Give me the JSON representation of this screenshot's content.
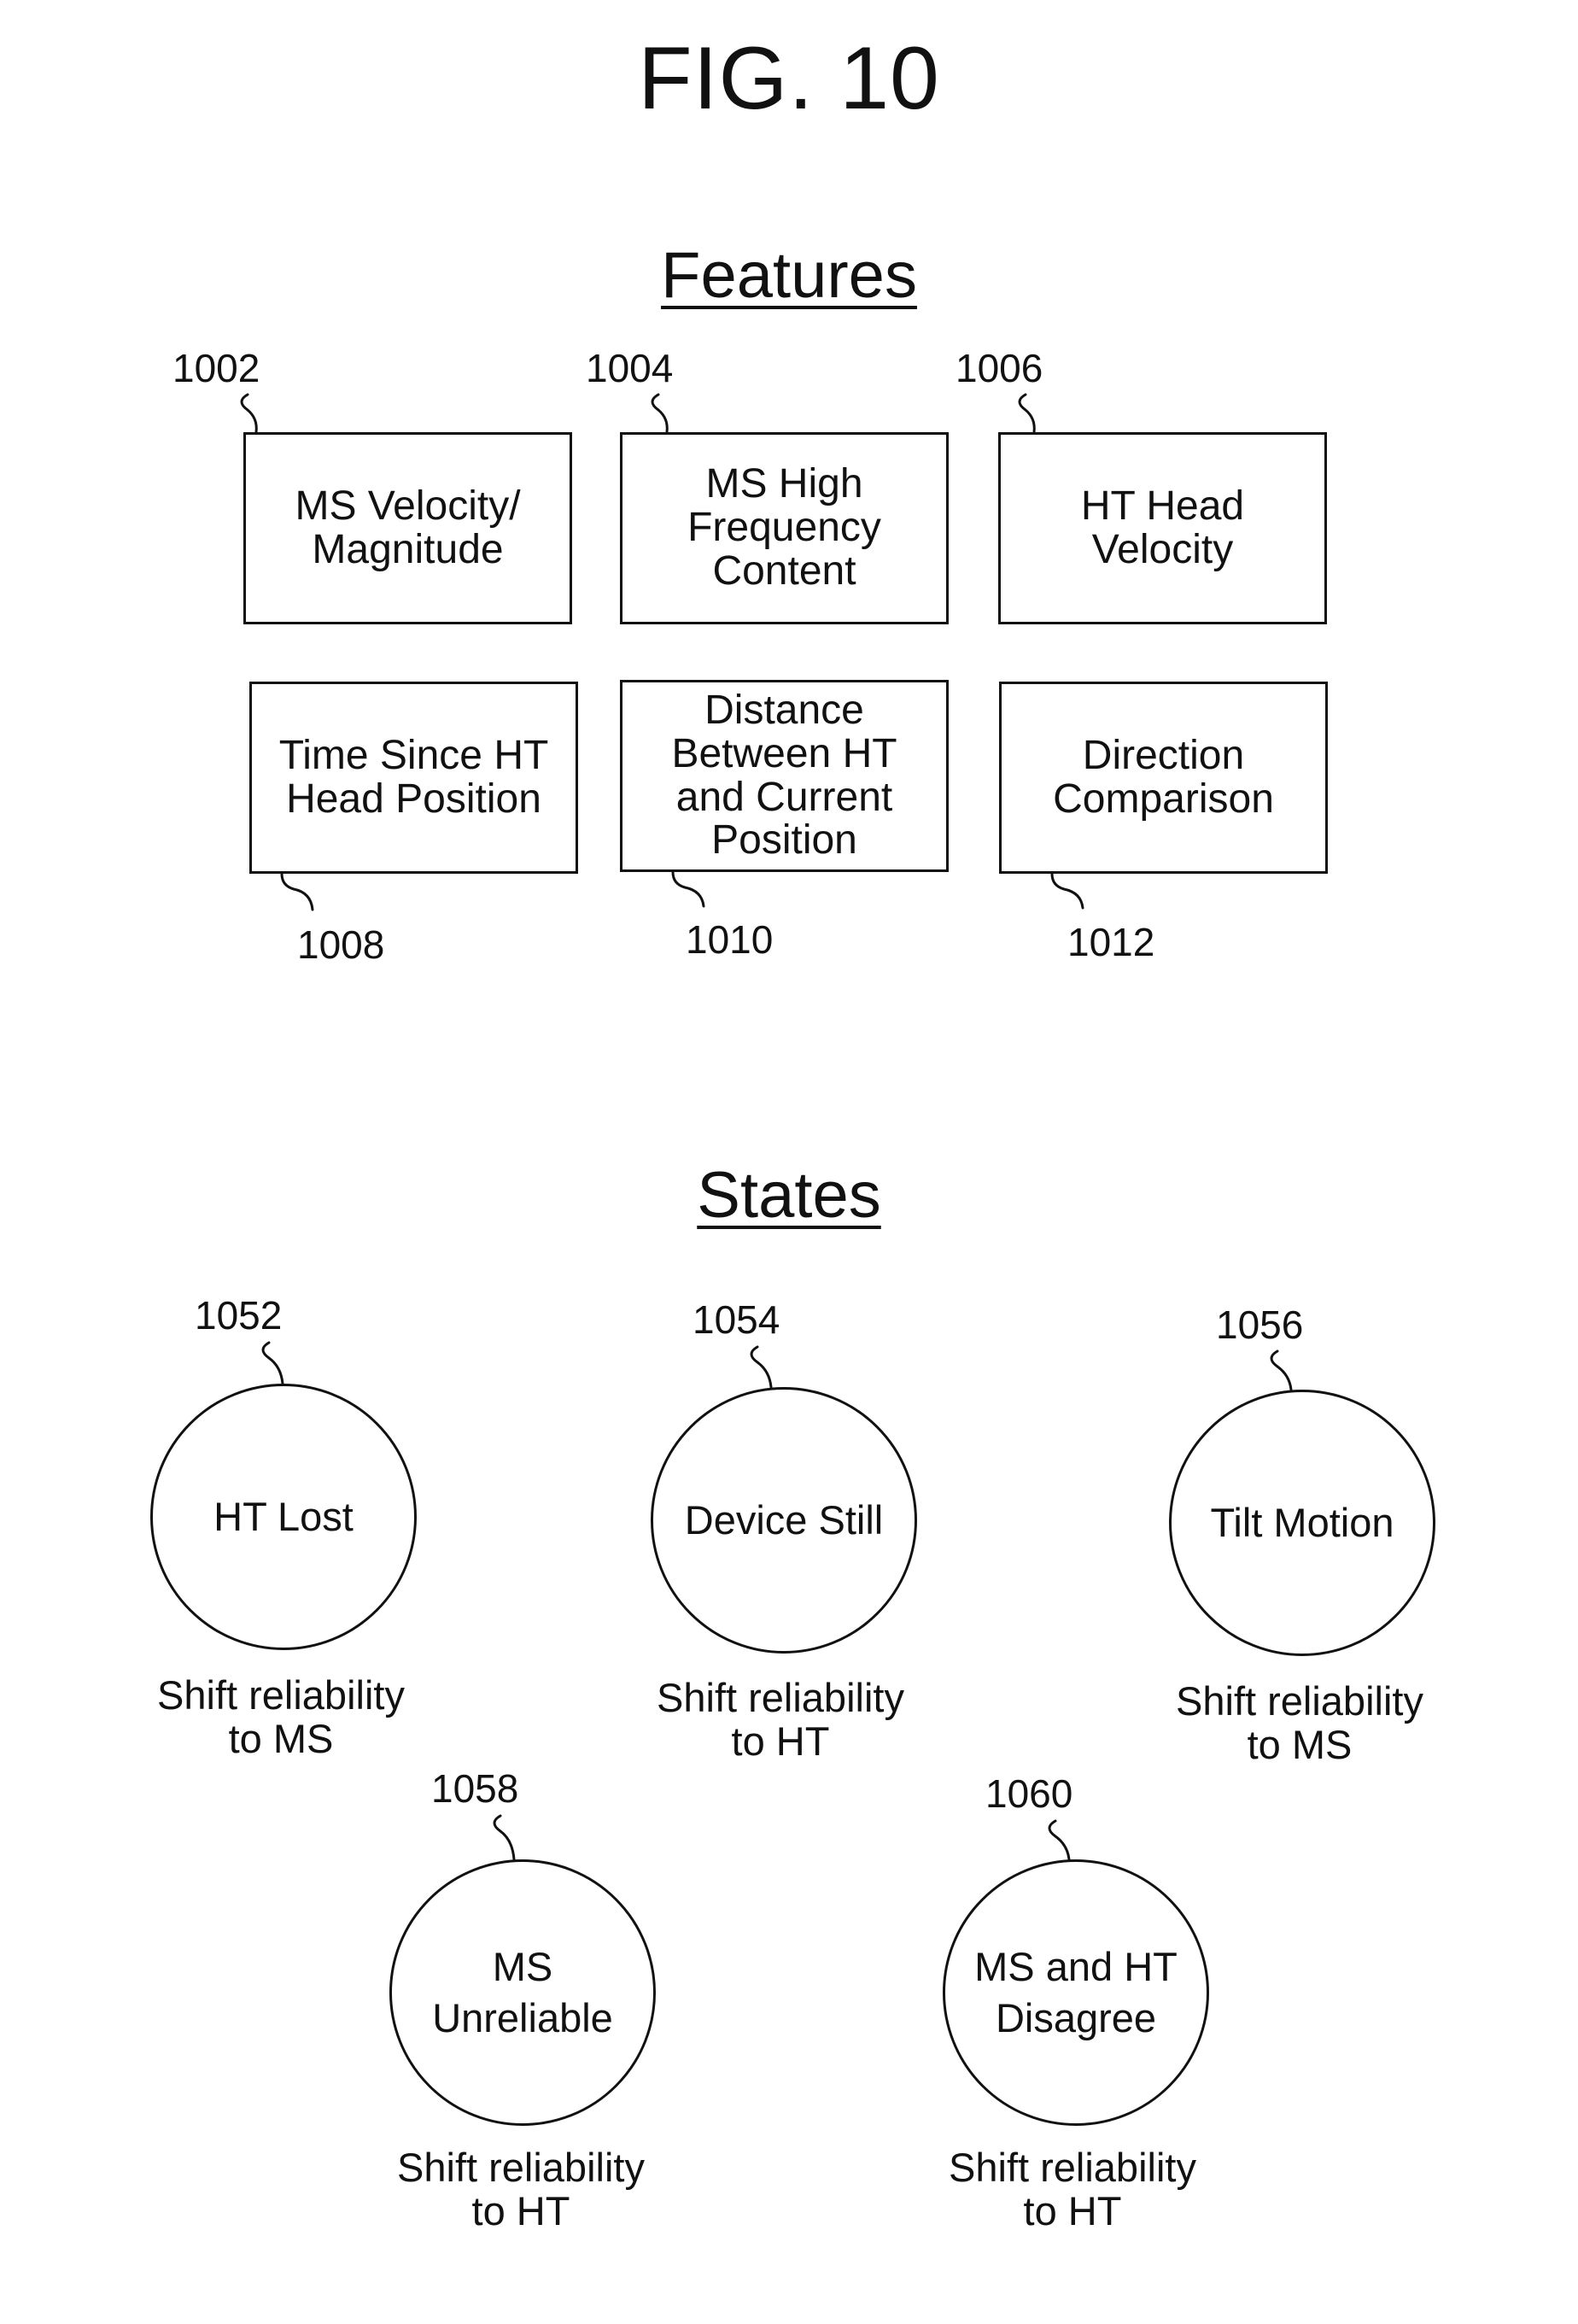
{
  "figure": {
    "title": "FIG. 10"
  },
  "features": {
    "heading": "Features",
    "items": [
      {
        "ref": "1002",
        "label": "MS Velocity/\nMagnitude"
      },
      {
        "ref": "1004",
        "label": "MS High\nFrequency\nContent"
      },
      {
        "ref": "1006",
        "label": "HT Head\nVelocity"
      },
      {
        "ref": "1008",
        "label": "Time Since HT\nHead Position"
      },
      {
        "ref": "1010",
        "label": "Distance\nBetween HT\nand Current\nPosition"
      },
      {
        "ref": "1012",
        "label": "Direction\nComparison"
      }
    ]
  },
  "states": {
    "heading": "States",
    "items": [
      {
        "ref": "1052",
        "label": "HT Lost",
        "action": "Shift reliability\nto MS"
      },
      {
        "ref": "1054",
        "label": "Device Still",
        "action": "Shift reliability\nto HT"
      },
      {
        "ref": "1056",
        "label": "Tilt Motion",
        "action": "Shift reliability\nto MS"
      },
      {
        "ref": "1058",
        "label": "MS\nUnreliable",
        "action": "Shift reliability\nto HT"
      },
      {
        "ref": "1060",
        "label": "MS and HT\nDisagree",
        "action": "Shift reliability\nto HT"
      }
    ]
  }
}
